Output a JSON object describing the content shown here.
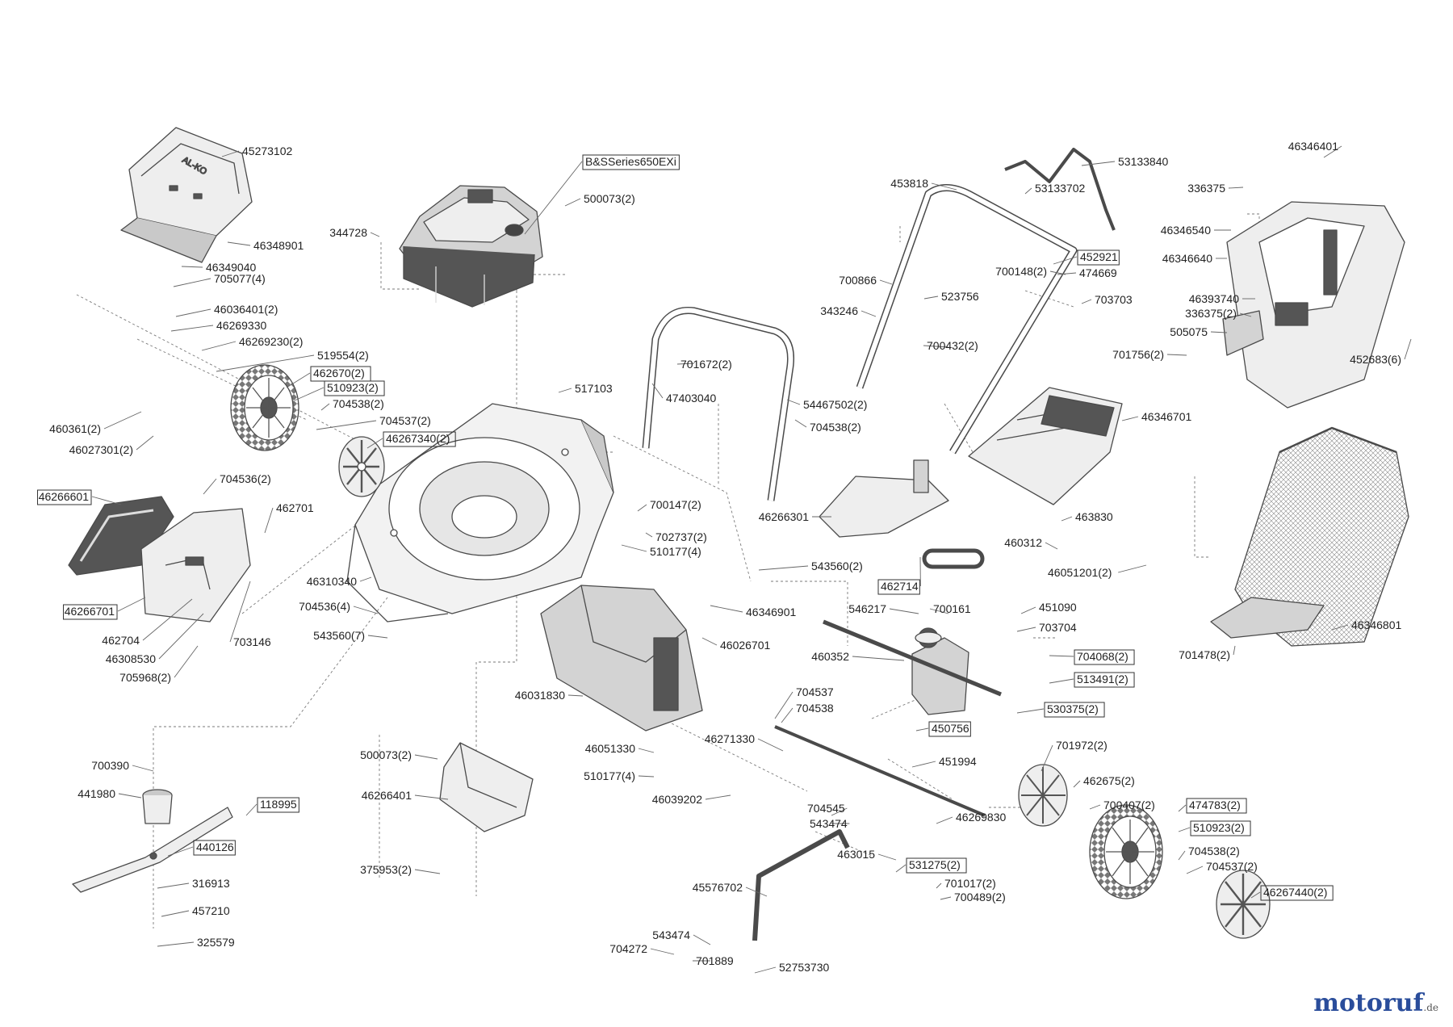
{
  "colors": {
    "line": "#4a4a4a",
    "leader": "#666666",
    "fill_light": "#eeeeee",
    "fill_mid": "#c9c9c9",
    "fill_dark": "#555555",
    "logo_blue": "#2a4d9b",
    "logo_orange": "#e8701a"
  },
  "logo": {
    "name": "motoruf",
    "tld": ".de"
  },
  "parts": [
    {
      "id": "45273102",
      "boxed": false
    },
    {
      "id": "46348901",
      "boxed": false
    },
    {
      "id": "46349040",
      "boxed": false
    },
    {
      "id": "705077(4)",
      "boxed": false
    },
    {
      "id": "46036401(2)",
      "boxed": false
    },
    {
      "id": "46269330",
      "boxed": false
    },
    {
      "id": "46269230(2)",
      "boxed": false
    },
    {
      "id": "519554(2)",
      "boxed": false
    },
    {
      "id": "462670(2)",
      "boxed": true
    },
    {
      "id": "510923(2)",
      "boxed": true
    },
    {
      "id": "704538(2)",
      "boxed": false
    },
    {
      "id": "704537(2)",
      "boxed": false
    },
    {
      "id": "46267340(2)",
      "boxed": true
    },
    {
      "id": "460361(2)",
      "boxed": false
    },
    {
      "id": "46027301(2)",
      "boxed": false
    },
    {
      "id": "B&SSeries650EXi",
      "boxed": true
    },
    {
      "id": "500073(2)",
      "boxed": false
    },
    {
      "id": "344728",
      "boxed": false
    },
    {
      "id": "517103",
      "boxed": false
    },
    {
      "id": "46266601",
      "boxed": true
    },
    {
      "id": "704536(2)",
      "boxed": false
    },
    {
      "id": "462701",
      "boxed": false
    },
    {
      "id": "46266701",
      "boxed": true
    },
    {
      "id": "462704",
      "boxed": false
    },
    {
      "id": "46308530",
      "boxed": false
    },
    {
      "id": "703146",
      "boxed": false
    },
    {
      "id": "705968(2)",
      "boxed": false
    },
    {
      "id": "46310340",
      "boxed": false
    },
    {
      "id": "704536(4)",
      "boxed": false
    },
    {
      "id": "543560(7)",
      "boxed": false
    },
    {
      "id": "700390",
      "boxed": false
    },
    {
      "id": "441980",
      "boxed": false
    },
    {
      "id": "118995",
      "boxed": true
    },
    {
      "id": "440126",
      "boxed": true
    },
    {
      "id": "316913",
      "boxed": false
    },
    {
      "id": "457210",
      "boxed": false
    },
    {
      "id": "325579",
      "boxed": false
    },
    {
      "id": "47403040",
      "boxed": false
    },
    {
      "id": "701672(2)",
      "boxed": false
    },
    {
      "id": "54467502(2)",
      "boxed": false
    },
    {
      "id": "704538(2)",
      "boxed": false
    },
    {
      "id": "700147(2)",
      "boxed": false
    },
    {
      "id": "702737(2)",
      "boxed": false
    },
    {
      "id": "510177(4)",
      "boxed": false
    },
    {
      "id": "543560(2)",
      "boxed": false
    },
    {
      "id": "46266301",
      "boxed": false
    },
    {
      "id": "46346901",
      "boxed": false
    },
    {
      "id": "46026701",
      "boxed": false
    },
    {
      "id": "46031830",
      "boxed": false
    },
    {
      "id": "46051330",
      "boxed": false
    },
    {
      "id": "510177(4)",
      "boxed": false
    },
    {
      "id": "500073(2)",
      "boxed": false
    },
    {
      "id": "46266401",
      "boxed": false
    },
    {
      "id": "375953(2)",
      "boxed": false
    },
    {
      "id": "46271330",
      "boxed": false
    },
    {
      "id": "704537",
      "boxed": false
    },
    {
      "id": "704538",
      "boxed": false
    },
    {
      "id": "46039202",
      "boxed": false
    },
    {
      "id": "704545",
      "boxed": false
    },
    {
      "id": "543474",
      "boxed": false
    },
    {
      "id": "45576702",
      "boxed": false
    },
    {
      "id": "543474",
      "boxed": false
    },
    {
      "id": "704272",
      "boxed": false
    },
    {
      "id": "701889",
      "boxed": false
    },
    {
      "id": "52753730",
      "boxed": false
    },
    {
      "id": "53133840",
      "boxed": false
    },
    {
      "id": "453818",
      "boxed": false
    },
    {
      "id": "53133702",
      "boxed": false
    },
    {
      "id": "452921",
      "boxed": true
    },
    {
      "id": "700148(2)",
      "boxed": false
    },
    {
      "id": "474669",
      "boxed": false
    },
    {
      "id": "700866",
      "boxed": false
    },
    {
      "id": "523756",
      "boxed": false
    },
    {
      "id": "703703",
      "boxed": false
    },
    {
      "id": "343246",
      "boxed": false
    },
    {
      "id": "700432(2)",
      "boxed": false
    },
    {
      "id": "46346701",
      "boxed": false
    },
    {
      "id": "463830",
      "boxed": false
    },
    {
      "id": "460312",
      "boxed": false
    },
    {
      "id": "46051201(2)",
      "boxed": false
    },
    {
      "id": "462714",
      "boxed": true
    },
    {
      "id": "546217",
      "boxed": false
    },
    {
      "id": "700161",
      "boxed": false
    },
    {
      "id": "451090",
      "boxed": false
    },
    {
      "id": "703704",
      "boxed": false
    },
    {
      "id": "460352",
      "boxed": false
    },
    {
      "id": "704068(2)",
      "boxed": true
    },
    {
      "id": "513491(2)",
      "boxed": true
    },
    {
      "id": "530375(2)",
      "boxed": true
    },
    {
      "id": "450756",
      "boxed": true
    },
    {
      "id": "451994",
      "boxed": false
    },
    {
      "id": "701972(2)",
      "boxed": false
    },
    {
      "id": "462675(2)",
      "boxed": false
    },
    {
      "id": "700407(2)",
      "boxed": false
    },
    {
      "id": "474783(2)",
      "boxed": true
    },
    {
      "id": "510923(2)",
      "boxed": true
    },
    {
      "id": "46269830",
      "boxed": false
    },
    {
      "id": "463015",
      "boxed": false
    },
    {
      "id": "531275(2)",
      "boxed": true
    },
    {
      "id": "701017(2)",
      "boxed": false
    },
    {
      "id": "700489(2)",
      "boxed": false
    },
    {
      "id": "704538(2)",
      "boxed": false
    },
    {
      "id": "704537(2)",
      "boxed": false
    },
    {
      "id": "46267440(2)",
      "boxed": true
    },
    {
      "id": "46346401",
      "boxed": false
    },
    {
      "id": "336375",
      "boxed": false
    },
    {
      "id": "46346540",
      "boxed": false
    },
    {
      "id": "46346640",
      "boxed": false
    },
    {
      "id": "46393740",
      "boxed": false
    },
    {
      "id": "336375(2)",
      "boxed": false
    },
    {
      "id": "505075",
      "boxed": false
    },
    {
      "id": "701756(2)",
      "boxed": false
    },
    {
      "id": "452683(6)",
      "boxed": false
    },
    {
      "id": "46346801",
      "boxed": false
    },
    {
      "id": "701478(2)",
      "boxed": false
    }
  ]
}
